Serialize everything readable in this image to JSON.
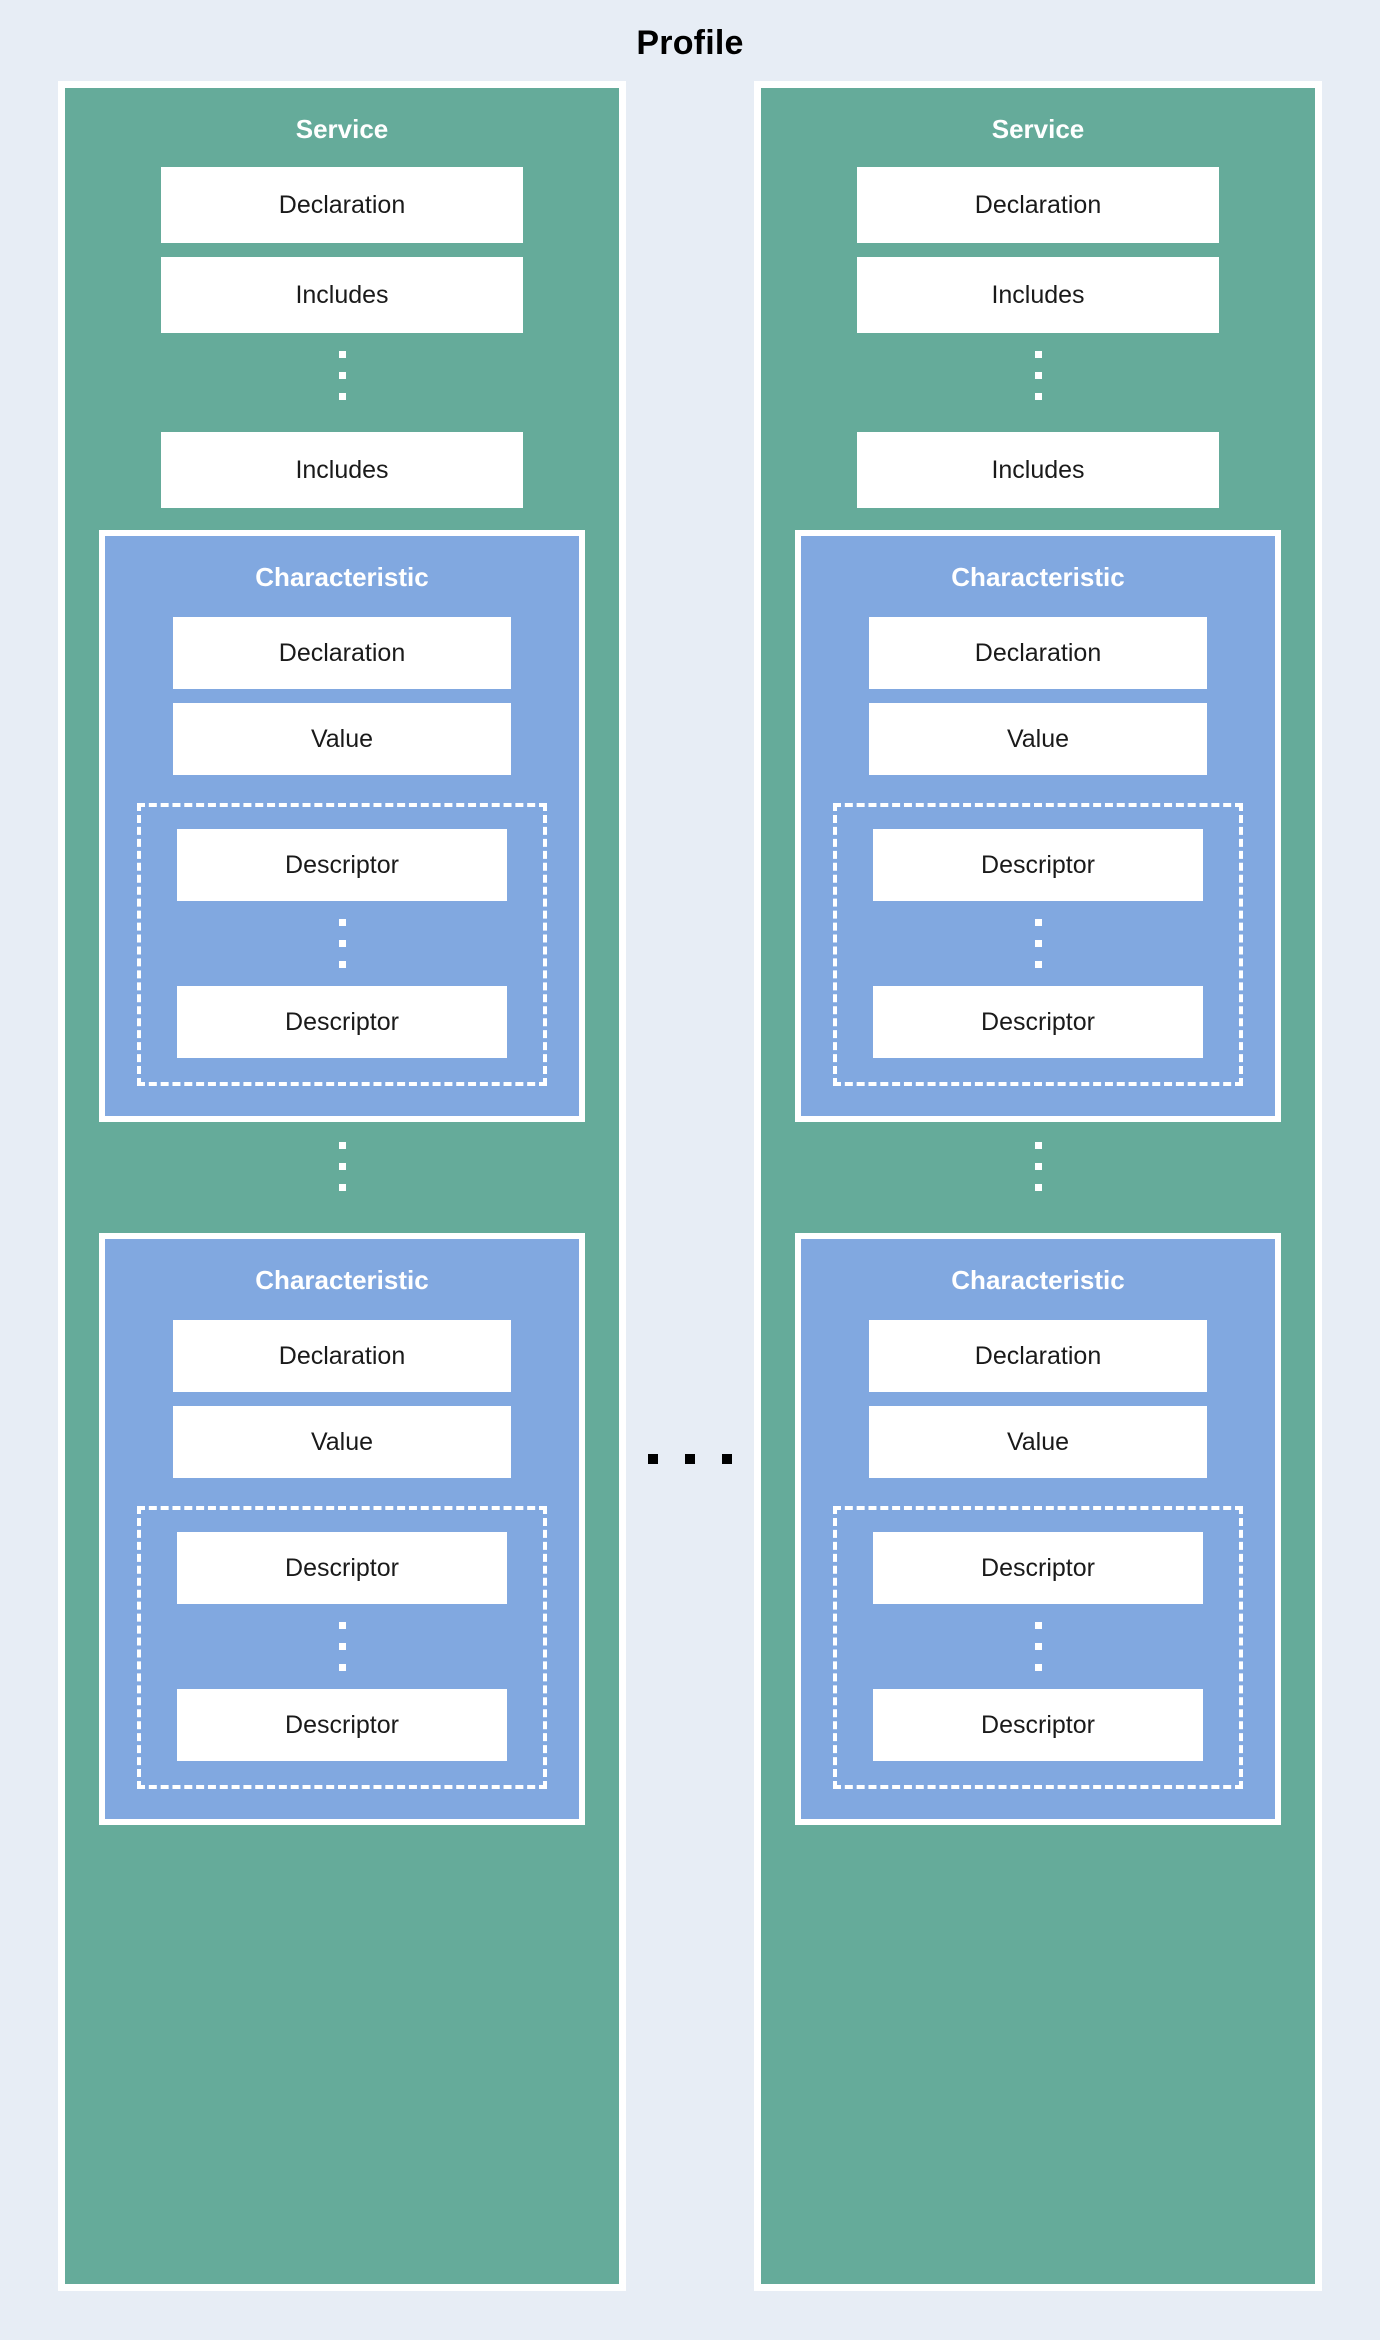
{
  "title": "Profile",
  "colors": {
    "background": "#e7edf5",
    "service": "#65ab9a",
    "characteristic": "#81a8e0",
    "box": "#ffffff",
    "text": "#1a1a1a",
    "ellipsis": "#000000"
  },
  "ellipsis": {
    "horizontal": "...",
    "vertical": "⋮"
  },
  "labels": {
    "service": "Service",
    "declaration": "Declaration",
    "includes": "Includes",
    "characteristic": "Characteristic",
    "value": "Value",
    "descriptor": "Descriptor"
  },
  "services": [
    {
      "title": "Service",
      "items": [
        {
          "label": "Declaration"
        },
        {
          "label": "Includes"
        },
        {
          "label": "Includes"
        }
      ],
      "characteristics": [
        {
          "title": "Characteristic",
          "declaration": "Declaration",
          "value": "Value",
          "descriptors": [
            "Descriptor",
            "Descriptor"
          ]
        },
        {
          "title": "Characteristic",
          "declaration": "Declaration",
          "value": "Value",
          "descriptors": [
            "Descriptor",
            "Descriptor"
          ]
        }
      ]
    },
    {
      "title": "Service",
      "items": [
        {
          "label": "Declaration"
        },
        {
          "label": "Includes"
        },
        {
          "label": "Includes"
        }
      ],
      "characteristics": [
        {
          "title": "Characteristic",
          "declaration": "Declaration",
          "value": "Value",
          "descriptors": [
            "Descriptor",
            "Descriptor"
          ]
        },
        {
          "title": "Characteristic",
          "declaration": "Declaration",
          "value": "Value",
          "descriptors": [
            "Descriptor",
            "Descriptor"
          ]
        }
      ]
    }
  ]
}
